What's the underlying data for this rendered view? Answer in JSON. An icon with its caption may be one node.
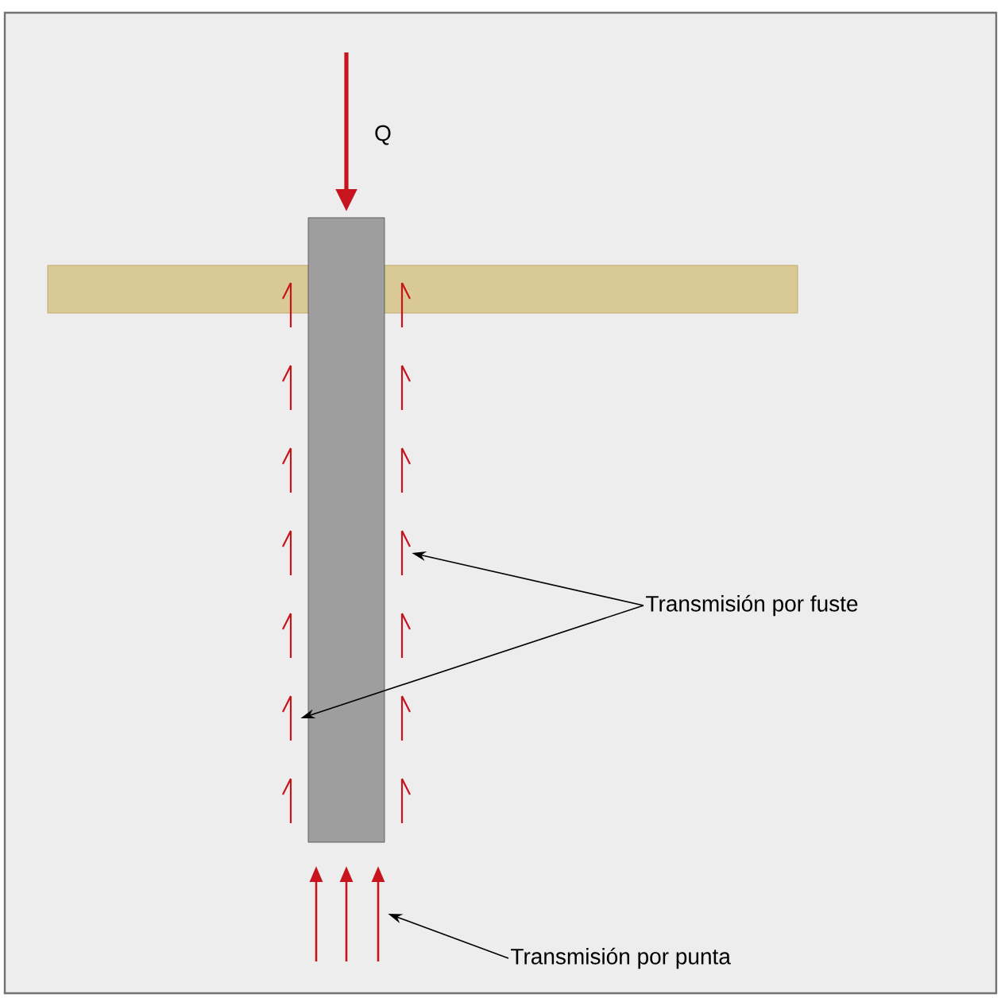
{
  "diagram": {
    "nodes": [
      {
        "text": [
          "Transmisión por fuste"
        ]
      },
      {
        "text": [],
        "shape": "arrow"
      },
      {
        "text": [],
        "shape": "arrow"
      },
      {
        "text": [
          "Transmisión por punta"
        ]
      },
      {
        "text": [],
        "shape": "arrow"
      }
    ],
    "edges": [
      {
        "from": 0,
        "to": 1,
        "arrow": "to"
      },
      {
        "from": 0,
        "to": 2,
        "arrow": "to"
      },
      {
        "from": 3,
        "to": 4,
        "arrow": "to"
      }
    ],
    "labels": [
      "Q"
    ]
  }
}
